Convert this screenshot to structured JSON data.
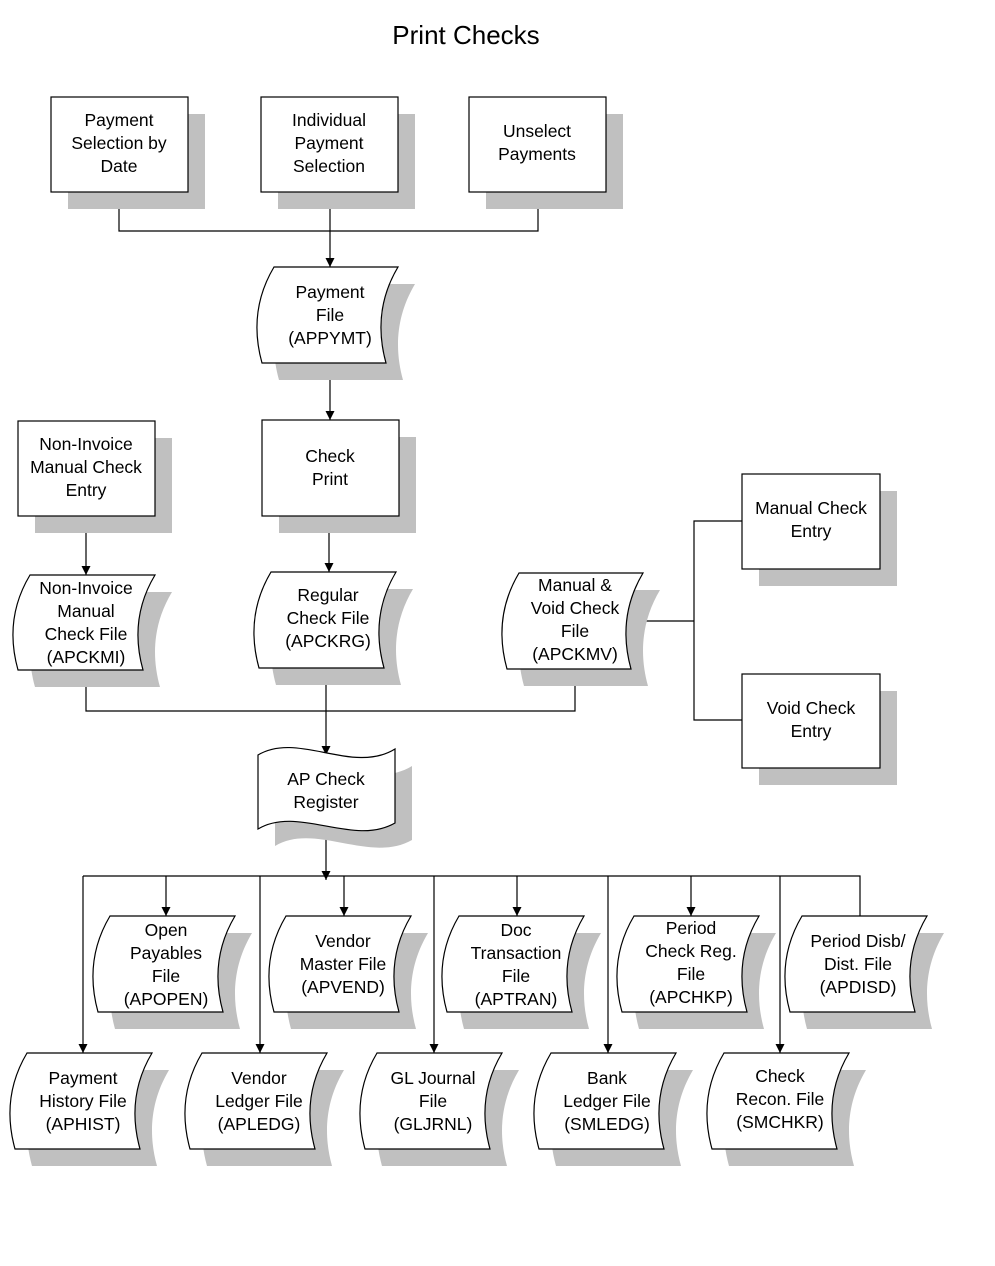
{
  "title": "Print Checks",
  "nodes": {
    "pay_sel_date": [
      "Payment",
      "Selection by",
      "Date"
    ],
    "indiv_pay_sel": [
      "Individual",
      "Payment",
      "Selection"
    ],
    "unselect": [
      "Unselect",
      "Payments"
    ],
    "payment_file": [
      "Payment",
      "File",
      "(APPYMT)"
    ],
    "check_print": [
      "Check",
      "Print"
    ],
    "noninv_entry": [
      "Non-Invoice",
      "Manual Check",
      "Entry"
    ],
    "noninv_file": [
      "Non-Invoice",
      "Manual",
      "Check File",
      "(APCKMI)"
    ],
    "regular_file": [
      "Regular",
      "Check File",
      "(APCKRG)"
    ],
    "manual_void_file": [
      "Manual &",
      "Void Check",
      "File",
      "(APCKMV)"
    ],
    "manual_entry": [
      "Manual Check",
      "Entry"
    ],
    "void_entry": [
      "Void Check",
      "Entry"
    ],
    "ap_register": [
      "AP Check",
      "Register"
    ],
    "open_payables": [
      "Open",
      "Payables",
      "File",
      "(APOPEN)"
    ],
    "vendor_master": [
      "Vendor",
      "Master File",
      "(APVEND)"
    ],
    "doc_trans": [
      "Doc",
      "Transaction",
      "File",
      "(APTRAN)"
    ],
    "period_reg": [
      "Period",
      "Check Reg.",
      "File",
      "(APCHKP)"
    ],
    "period_disb": [
      "Period Disb/",
      "Dist. File",
      "(APDISD)"
    ],
    "pay_hist": [
      "Payment",
      "History File",
      "(APHIST)"
    ],
    "vendor_ledger": [
      "Vendor",
      "Ledger File",
      "(APLEDG)"
    ],
    "gl_journal": [
      "GL Journal",
      "File",
      "(GLJRNL)"
    ],
    "bank_ledger": [
      "Bank",
      "Ledger File",
      "(SMLEDG)"
    ],
    "check_recon": [
      "Check",
      "Recon. File",
      "(SMCHKR)"
    ]
  }
}
